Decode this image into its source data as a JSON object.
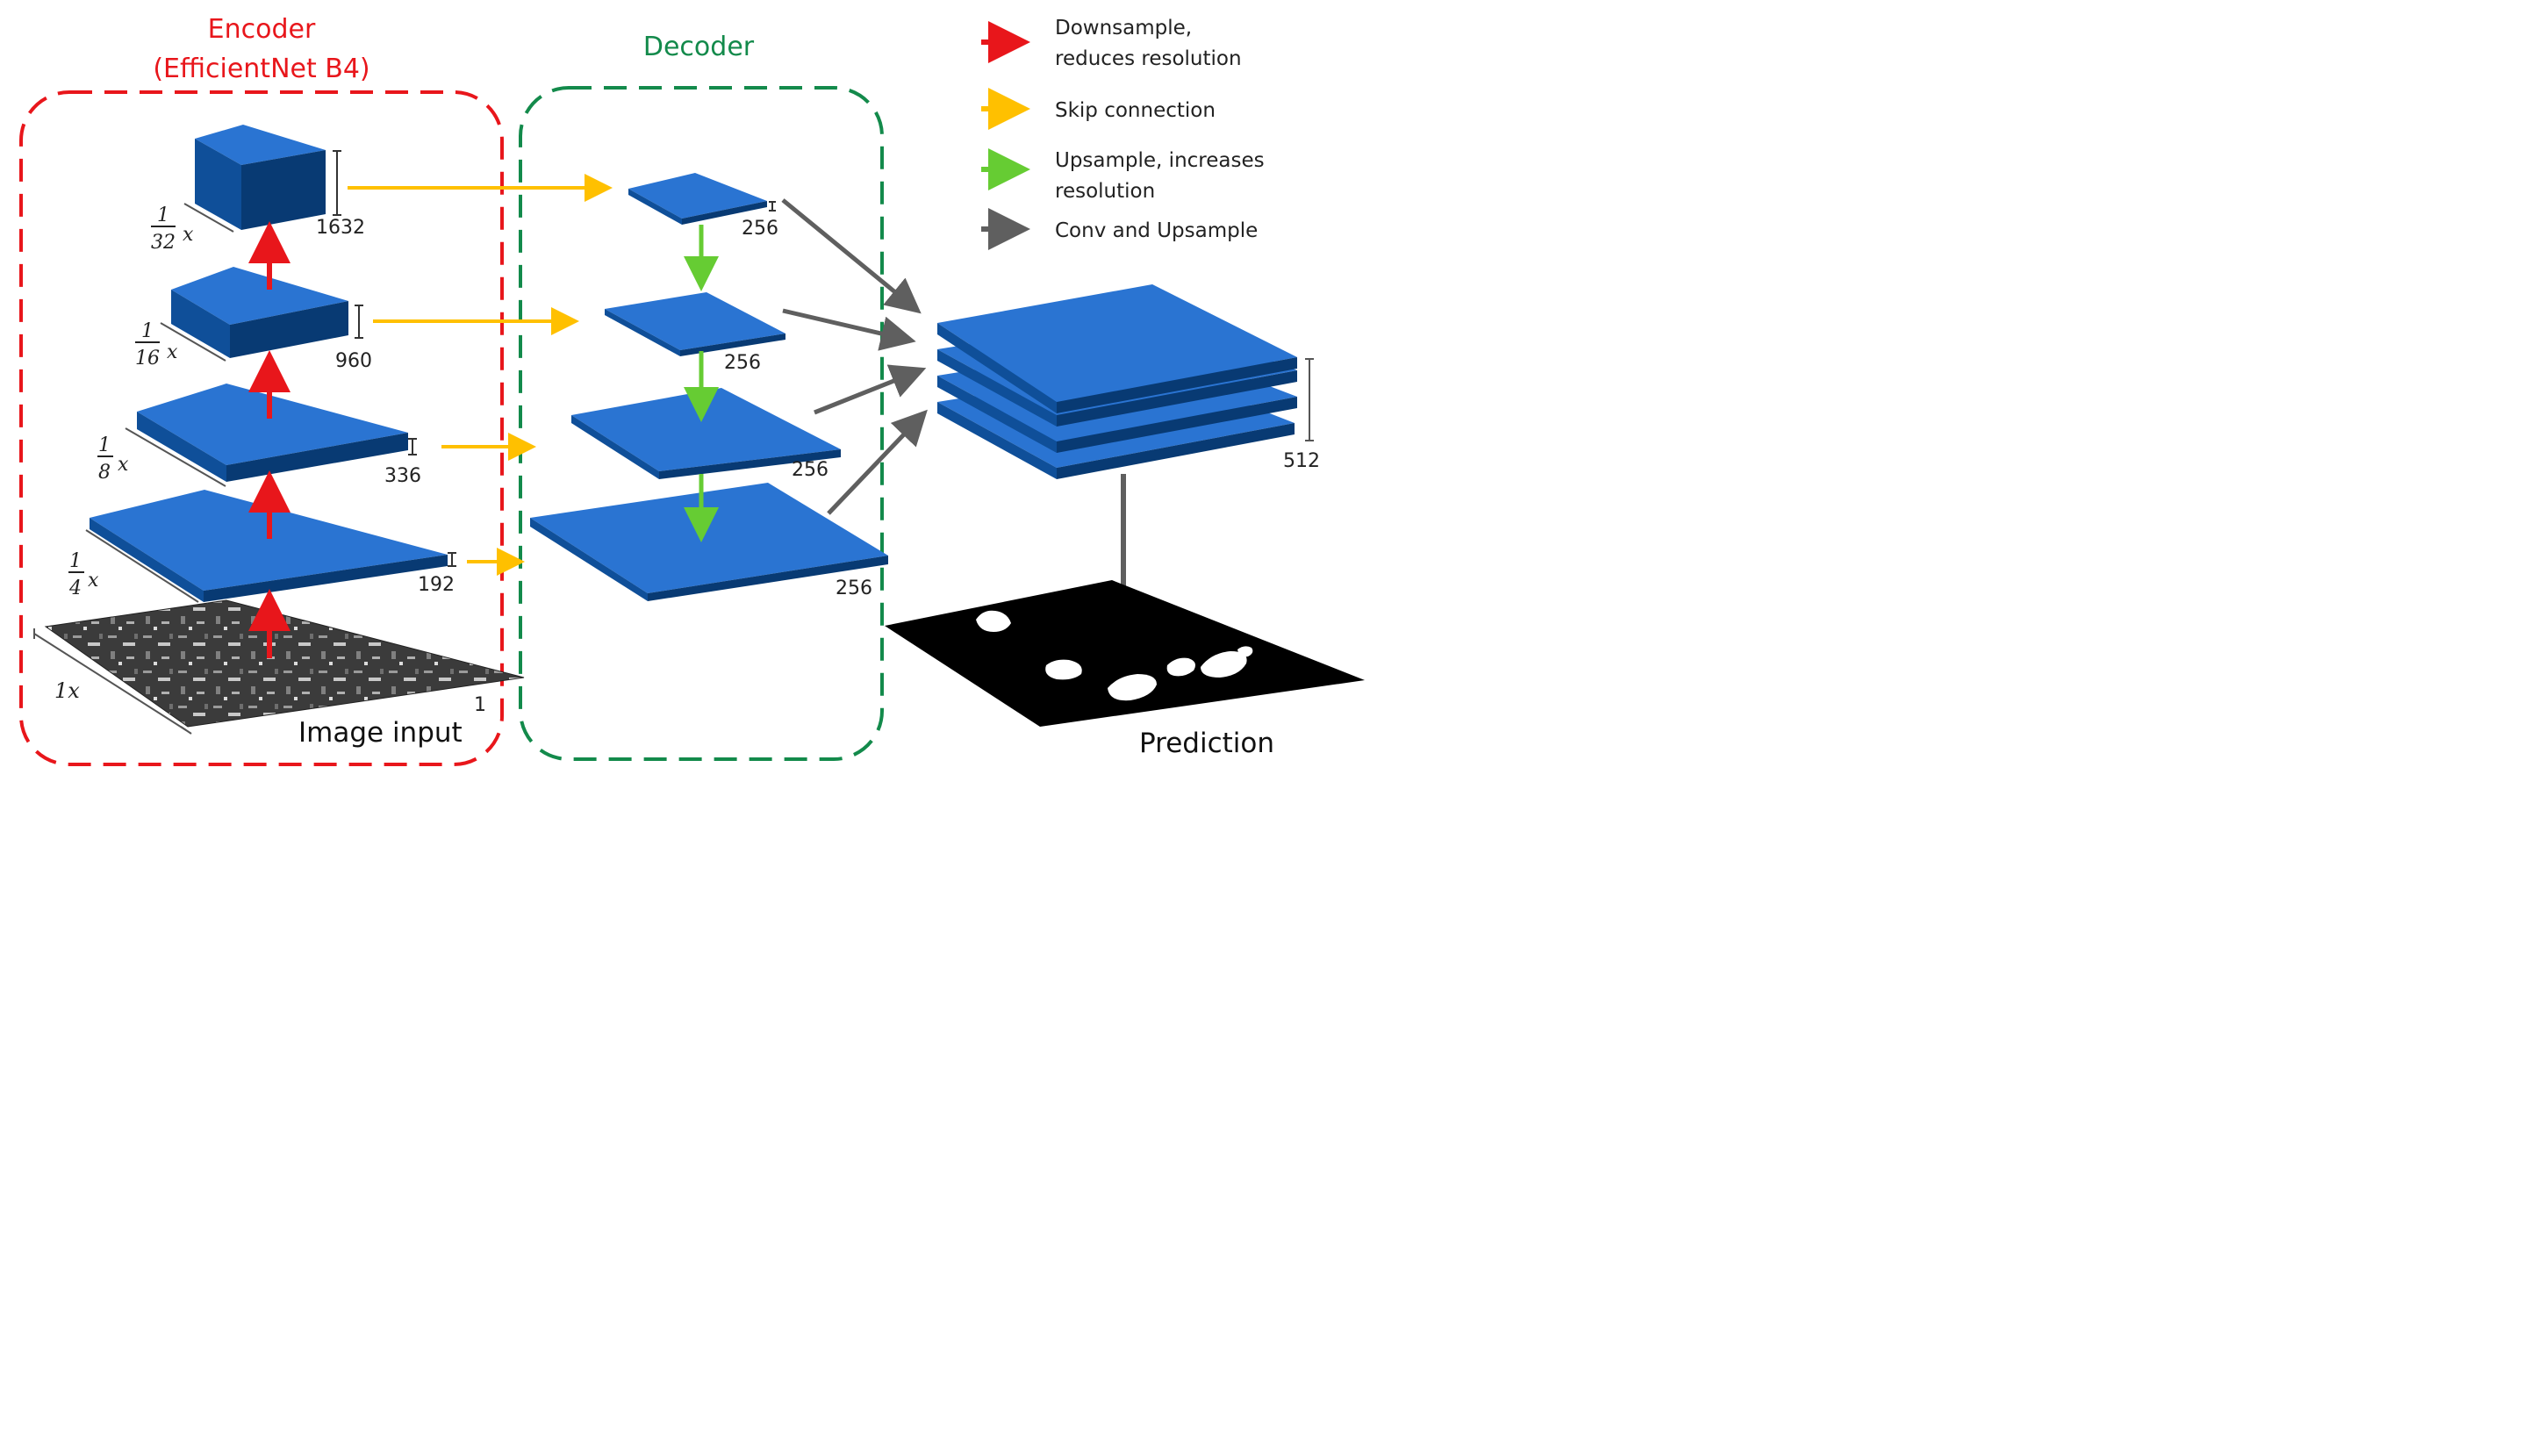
{
  "encoder": {
    "title": "Encoder",
    "subtitle": "(EfficientNet B4)",
    "color": "#e8161b"
  },
  "decoder": {
    "title": "Decoder",
    "color": "#138a4b"
  },
  "legend": [
    {
      "line1": "Downsample,",
      "line2": "reduces resolution",
      "color": "#e8161b"
    },
    {
      "line1": "Skip connection",
      "line2": "",
      "color": "#ffc000"
    },
    {
      "line1": "Upsample, increases",
      "line2": "resolution",
      "color": "#66cc33"
    },
    {
      "line1": "Conv and Upsample",
      "line2": "",
      "color": "#5f5f5f"
    }
  ],
  "encoder_layers": {
    "e32": {
      "frac_num": "1",
      "frac_den": "32",
      "channels": "1632"
    },
    "e16": {
      "frac_num": "1",
      "frac_den": "16",
      "channels": "960"
    },
    "e8": {
      "frac_num": "1",
      "frac_den": "8",
      "channels": "336"
    },
    "e4": {
      "frac_num": "1",
      "frac_den": "4",
      "channels": "192"
    }
  },
  "x_var": "x",
  "image_input": {
    "scale": "1x",
    "channels": "1",
    "label": "Image input"
  },
  "decoder_layers": {
    "d1": "256",
    "d2": "256",
    "d3": "256",
    "d4": "256"
  },
  "output": {
    "channels": "512",
    "label": "Prediction"
  },
  "colors": {
    "block_top": "#2a74d2",
    "block_front": "#0f4f99",
    "block_side": "#083a73"
  }
}
